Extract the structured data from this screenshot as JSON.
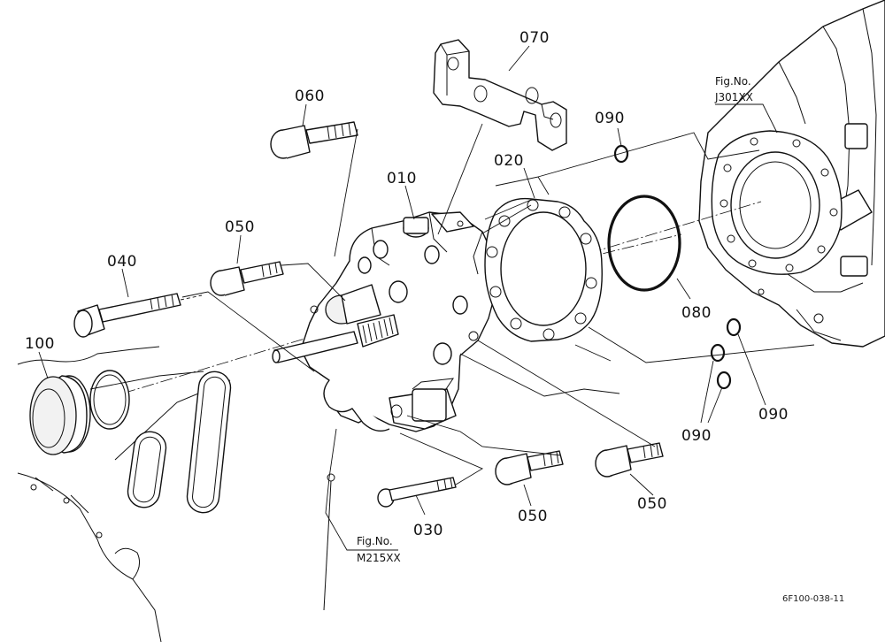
{
  "diagram": {
    "callouts": {
      "p010": "010",
      "p020": "020",
      "p030": "030",
      "p040": "040",
      "p050a": "050",
      "p050b": "050",
      "p050c": "050",
      "p060": "060",
      "p070": "070",
      "p080": "080",
      "p090a": "090",
      "p090b": "090",
      "p090c": "090",
      "p100": "100"
    },
    "figure_refs": {
      "j301_label": "Fig.No.",
      "j301_code": "J301XX",
      "m215_label": "Fig.No.",
      "m215_code": "M215XX"
    },
    "drawing_code": "6F100-038-11"
  }
}
